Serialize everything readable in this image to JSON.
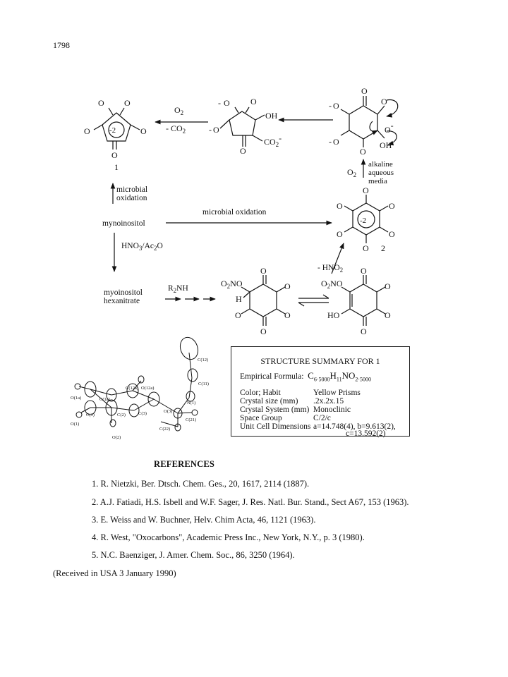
{
  "page_number": "1798",
  "scheme": {
    "labels": {
      "o": "O",
      "oh": "OH",
      "h": "H",
      "ho": "HO",
      "o2_sub": "2",
      "charge": "-2",
      "minus": "-",
      "o2_reagent": "O",
      "minus_co2": "- CO",
      "co2_minus": "CO",
      "compound_1": "1",
      "compound_2": "2",
      "alkaline": "alkaline",
      "aqueous": "aqueous",
      "media": "media",
      "microbial": "microbial",
      "oxidation": "oxidation",
      "microbial_oxidation": "microbial oxidation",
      "mynoinositol": "mynoinositol",
      "hno3": "HNO",
      "hno3_sub": "3",
      "ac2o": "/Ac",
      "ac2o_sub": "2",
      "ac2o_end": "O",
      "minus_hno2": "- HNO",
      "myoinositol": "myoinositol",
      "hexanitrate": "hexanitrate",
      "r2nh": "R",
      "r2nh_sub": "2",
      "r2nh_end": "NH",
      "o2no": "O",
      "o2no_sub": "2",
      "o2no_end": "NO"
    },
    "ortep_labels": [
      "C(12)",
      "C(11)",
      "N(1)",
      "O(12a)",
      "C(12a)",
      "C(1a)",
      "O(1a)",
      "C(1)",
      "O(1)",
      "C(2)",
      "C(3)",
      "O(3)",
      "C(21)",
      "C(22)",
      "O(2)"
    ]
  },
  "structure_summary": {
    "title": "STRUCTURE SUMMARY FOR 1",
    "formula_label": "Empirical Formula:",
    "formula_c": "C",
    "formula_c_sub": "6·5000",
    "formula_h": "H",
    "formula_h_sub": "11",
    "formula_n": "NO",
    "formula_n_sub": "2·5000",
    "rows": [
      {
        "label": "Color; Habit",
        "value": "Yellow Prisms"
      },
      {
        "label": "Crystal size (mm)",
        "value": ".2x.2x.15"
      },
      {
        "label": "Crystal System (mm)",
        "value": "Monoclinic"
      },
      {
        "label": "Space Group",
        "value": "C/2/c"
      },
      {
        "label": "Unit Cell Dimensions",
        "value": "a=14.748(4), b=9.613(2),"
      },
      {
        "label": "",
        "value": "c=13.592(2)"
      }
    ]
  },
  "references": {
    "heading": "REFERENCES",
    "items": [
      "1. R. Nietzki, Ber. Dtsch. Chem. Ges., 20, 1617, 2114 (1887).",
      "2. A.J. Fatiadi, H.S. Isbell and W.F. Sager, J. Res. Natl. Bur. Stand., Sect A67, 153 (1963).",
      "3. E. Weiss and W. Buchner, Helv. Chim Acta, 46, 1121 (1963).",
      "4. R. West, \"Oxocarbons\", Academic Press Inc., New York, N.Y., p. 3 (1980).",
      "5. N.C. Baenziger, J. Amer. Chem. Soc., 86, 3250 (1964)."
    ]
  },
  "received": "(Received in USA 3 January 1990)"
}
